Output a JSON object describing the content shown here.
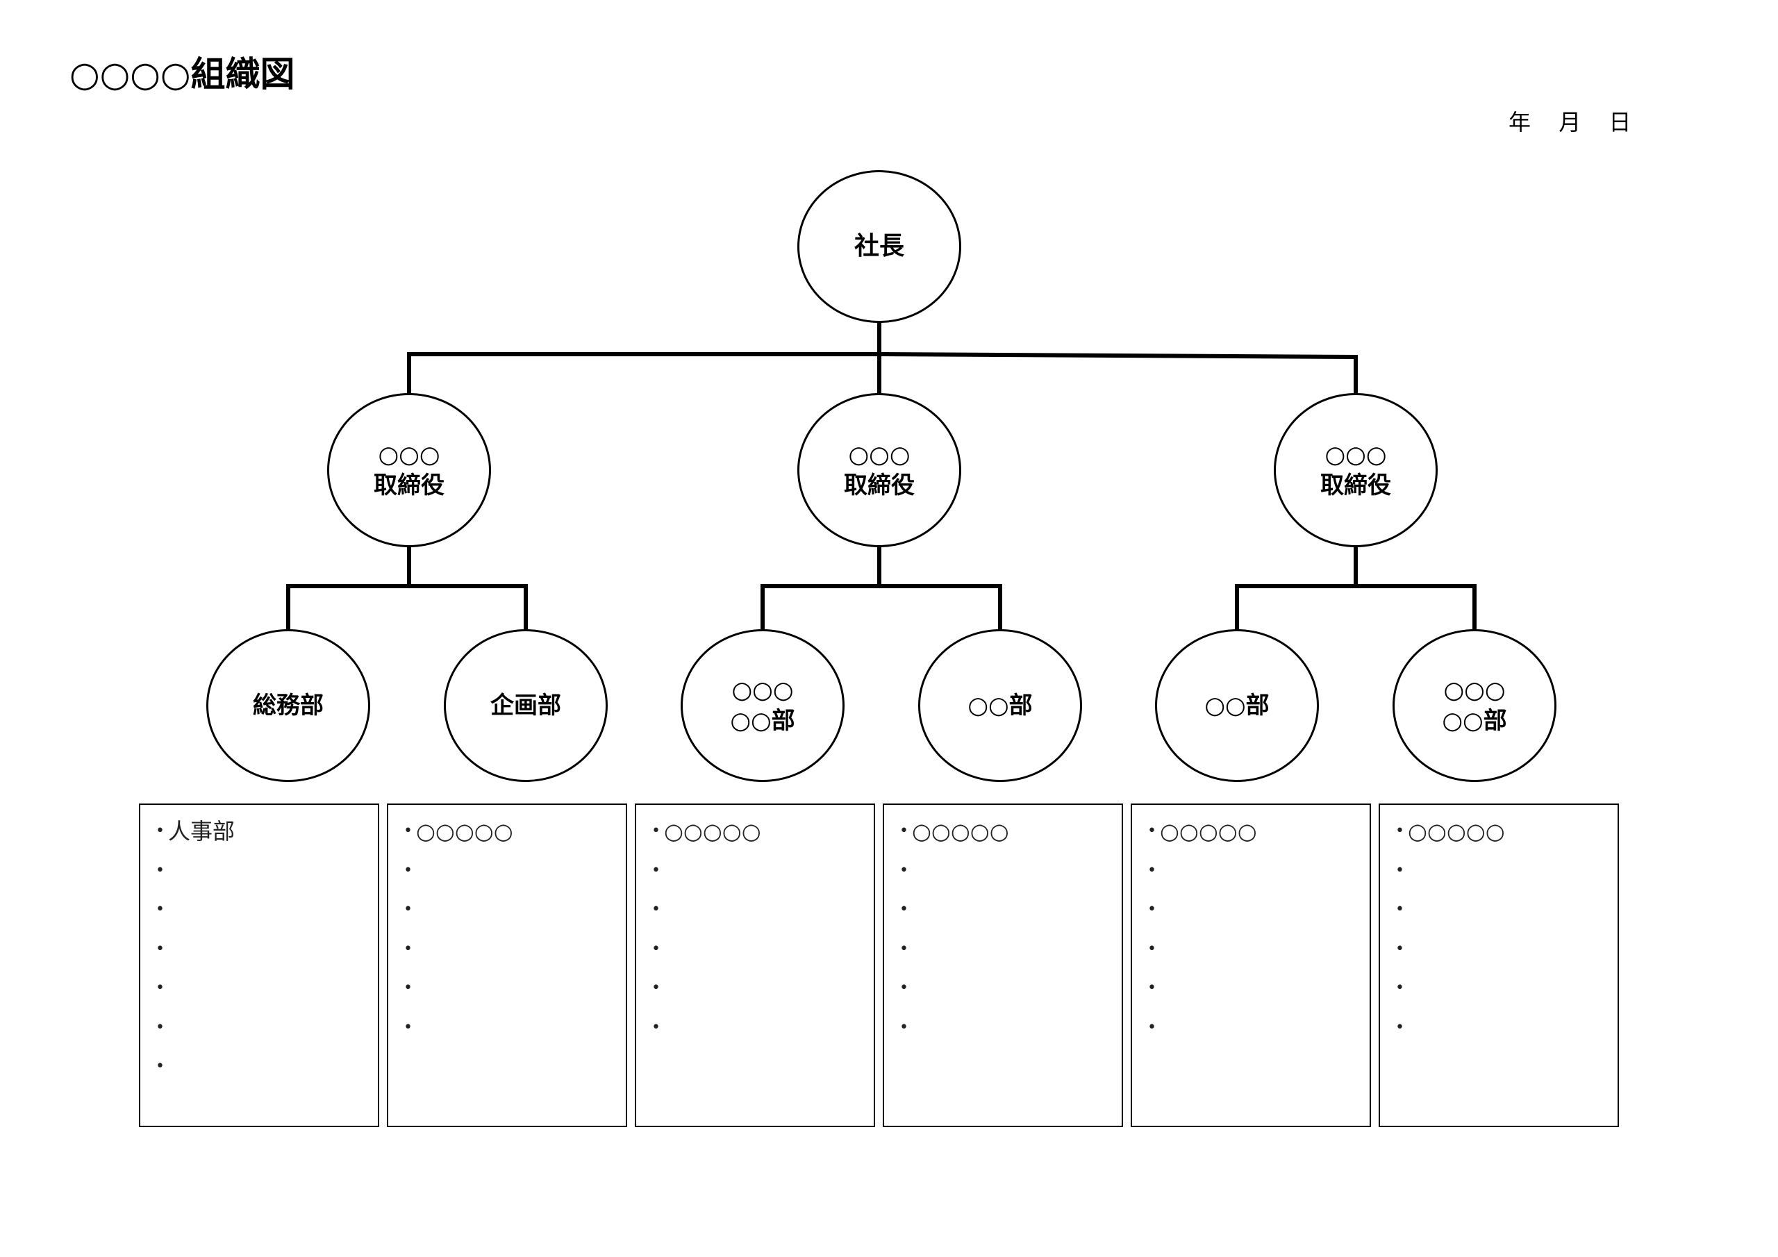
{
  "title": "○○○○組織図",
  "date": {
    "year": "年",
    "month": "月",
    "day": "日"
  },
  "president": {
    "label": "社長"
  },
  "directors": [
    {
      "line1": "○○○",
      "line2": "取締役"
    },
    {
      "line1": "○○○",
      "line2": "取締役"
    },
    {
      "line1": "○○○",
      "line2": "取締役"
    }
  ],
  "departments": [
    {
      "line1": "総務部",
      "line2": ""
    },
    {
      "line1": "企画部",
      "line2": ""
    },
    {
      "line1": "○○○",
      "line2": "○○部"
    },
    {
      "line1": "○○部",
      "line2": ""
    },
    {
      "line1": "○○部",
      "line2": ""
    },
    {
      "line1": "○○○",
      "line2": "○○部"
    }
  ],
  "panels": [
    {
      "items": [
        "人事部",
        "",
        "",
        "",
        "",
        "",
        ""
      ]
    },
    {
      "items": [
        "○○○○○",
        "",
        "",
        "",
        "",
        ""
      ]
    },
    {
      "items": [
        "○○○○○",
        "",
        "",
        "",
        "",
        ""
      ]
    },
    {
      "items": [
        "○○○○○",
        "",
        "",
        "",
        "",
        ""
      ]
    },
    {
      "items": [
        "○○○○○",
        "",
        "",
        "",
        "",
        ""
      ]
    },
    {
      "items": [
        "○○○○○",
        "",
        "",
        "",
        "",
        ""
      ]
    }
  ]
}
